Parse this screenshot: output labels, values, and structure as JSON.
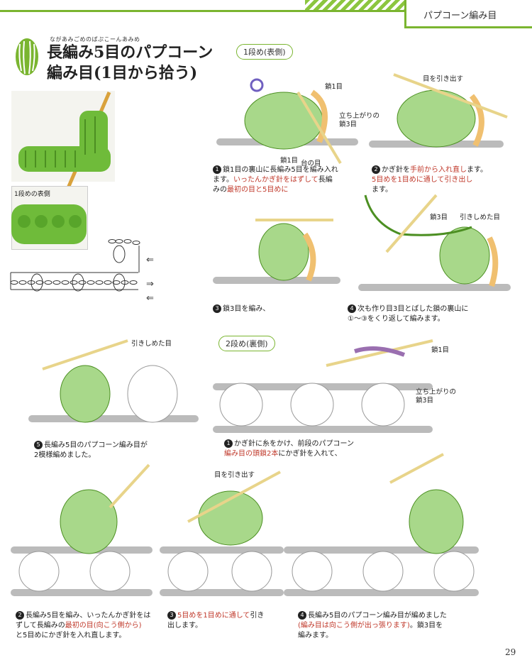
{
  "header": {
    "section_title": "パプコーン編み目"
  },
  "title": {
    "ruby": "ながあみごめのぱぷこーんあみめ",
    "line1": "長編み5目のパプコーン",
    "line2": "編み目(1目から拾う)"
  },
  "photo2": {
    "caption": "1段めの表側"
  },
  "row1": {
    "label": "1段め(表側)"
  },
  "row2": {
    "label": "2段め(裏側)"
  },
  "labels": {
    "chain1_a": "鎖1目",
    "standup_a1": "立ち上がりの",
    "standup_a2": "鎖3目",
    "chain1_b": "鎖1目",
    "base": "台の目",
    "pullout_a": "目を引き出す",
    "chain3": "鎖3目",
    "slip_a": "引きしめた目",
    "slip_b": "引きしめた目",
    "chain1_c": "鎖1目",
    "standup_c1": "立ち上がりの",
    "standup_c2": "鎖3目",
    "pullout_b": "目を引き出す"
  },
  "steps": {
    "s1": {
      "num": "1",
      "t1": "鎖1目の裏山に長編み5目を編み入れ",
      "t2": "ます。",
      "t3": "いったんかぎ針をはずして",
      "t4": "長編",
      "t5": "みの",
      "t6": "最初の目と5目めに"
    },
    "s2": {
      "num": "2",
      "t1": "かぎ針を",
      "t2": "手前から入れ直し",
      "t3": "ます。",
      "t4": "5目めを1目めに通して引き出し",
      "t5": "ます。"
    },
    "s3": {
      "num": "3",
      "t1": "鎖3目を編み、"
    },
    "s4": {
      "num": "4",
      "t1": "次も作り目3目とばした鎖の裏山に",
      "t2": "①〜③をくり返して編みます。"
    },
    "s5": {
      "num": "5",
      "t1": "長編み5目のパプコーン編み目が",
      "t2": "2模様編めました。"
    },
    "r2s1": {
      "num": "1",
      "t1": "かぎ針に糸をかけ、前段のパプコーン",
      "t2": "編み目の頭鎖2本",
      "t3": "にかぎ針を入れて、"
    },
    "r2s2": {
      "num": "2",
      "t1": "長編み5目を編み、いったんかぎ針をは",
      "t2": "ずして長編みの",
      "t3": "最初の目(向こう側から)",
      "t4": "と5目めにかぎ針を入れ直します。"
    },
    "r2s3": {
      "num": "3",
      "t1": "5目めを1目めに通して",
      "t2": "引き",
      "t3": "出します。"
    },
    "r2s4": {
      "num": "4",
      "t1": "長編み5目のパプコーン編み目が編めました",
      "t2": "(編み目は向こう側が出っ張ります)",
      "t3": "。鎖3目を",
      "t4": "編みます。"
    }
  },
  "page": {
    "number": "29"
  },
  "colors": {
    "accent": "#7ab530",
    "yarn_green": "#a8d88a",
    "hook": "#e8d48a",
    "chain_orange": "#f0c070",
    "highlight_purple": "#9a6fb0",
    "red_text": "#c0392b"
  }
}
